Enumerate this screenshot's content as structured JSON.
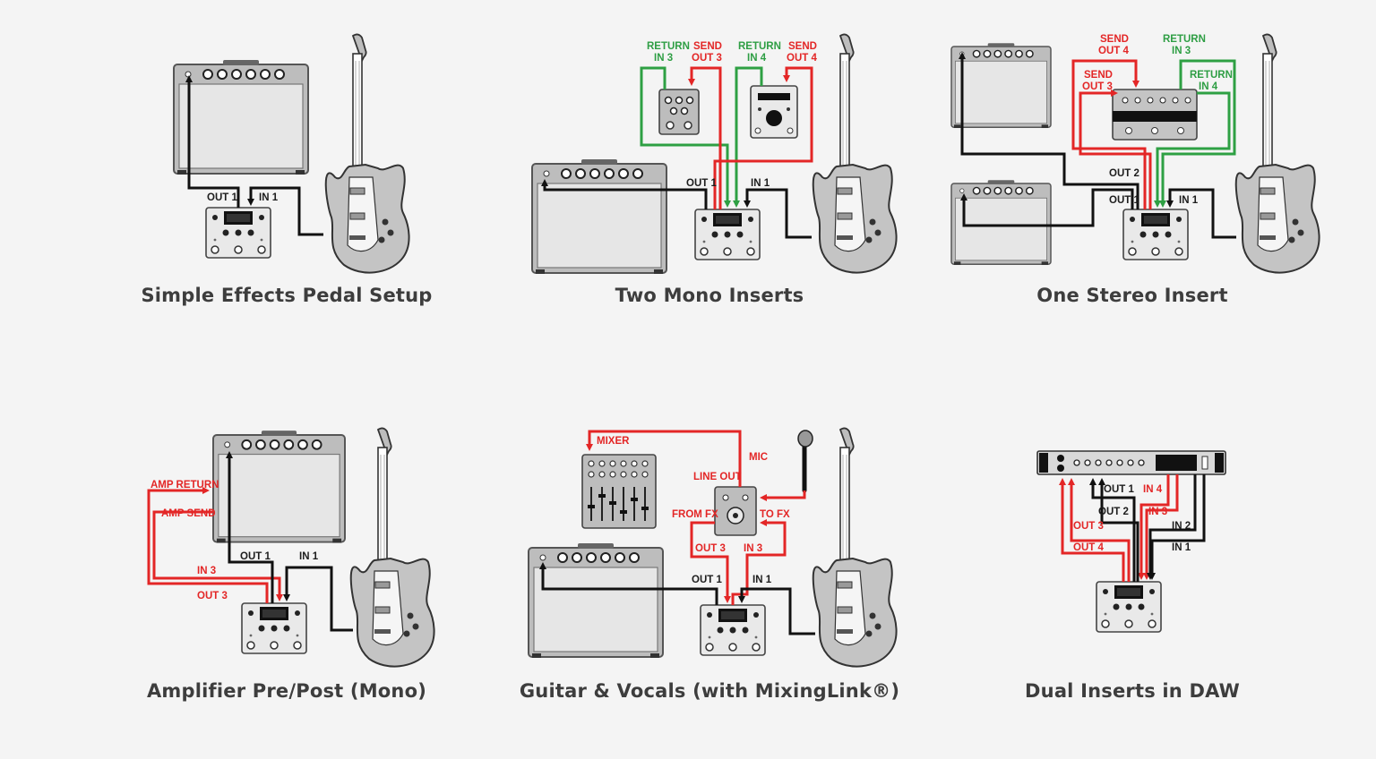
{
  "panels": [
    {
      "caption": "Simple Effects Pedal Setup",
      "labels": {
        "out1": "OUT 1",
        "in1": "IN 1"
      }
    },
    {
      "caption": "Two Mono Inserts",
      "labels": {
        "return_in3_a": "RETURN",
        "return_in3_b": "IN 3",
        "send_out3_a": "SEND",
        "send_out3_b": "OUT 3",
        "return_in4_a": "RETURN",
        "return_in4_b": "IN 4",
        "send_out4_a": "SEND",
        "send_out4_b": "OUT 4",
        "out1": "OUT 1",
        "in1": "IN 1"
      }
    },
    {
      "caption": "One Stereo Insert",
      "labels": {
        "send_out4_a": "SEND",
        "send_out4_b": "OUT 4",
        "return_in3_a": "RETURN",
        "return_in3_b": "IN 3",
        "send_out3_a": "SEND",
        "send_out3_b": "OUT 3",
        "return_in4_a": "RETURN",
        "return_in4_b": "IN 4",
        "out2": "OUT 2",
        "out1": "OUT 1",
        "in1": "IN 1"
      }
    },
    {
      "caption": "Amplifier Pre/Post (Mono)",
      "labels": {
        "amp_return": "AMP RETURN",
        "amp_send": "AMP SEND",
        "in3": "IN 3",
        "out3": "OUT 3",
        "out1": "OUT 1",
        "in1": "IN 1"
      }
    },
    {
      "caption": "Guitar & Vocals (with MixingLink®)",
      "labels": {
        "mixer": "MIXER",
        "mic": "MIC",
        "line_out": "LINE OUT",
        "from_fx": "FROM FX",
        "to_fx": "TO FX",
        "out3": "OUT 3",
        "in3": "IN 3",
        "out1": "OUT 1",
        "in1": "IN 1"
      }
    },
    {
      "caption": "Dual Inserts in DAW",
      "labels": {
        "out1": "OUT 1",
        "in4": "IN 4",
        "out2": "OUT 2",
        "in3": "IN 3",
        "out3": "OUT 3",
        "in2": "IN 2",
        "out4": "OUT 4",
        "in1": "IN 1"
      }
    }
  ],
  "colors": {
    "signal": "#111111",
    "send": "#e32626",
    "return": "#2ea043",
    "caption": "#3d3d3d",
    "background": "#f4f4f4"
  }
}
